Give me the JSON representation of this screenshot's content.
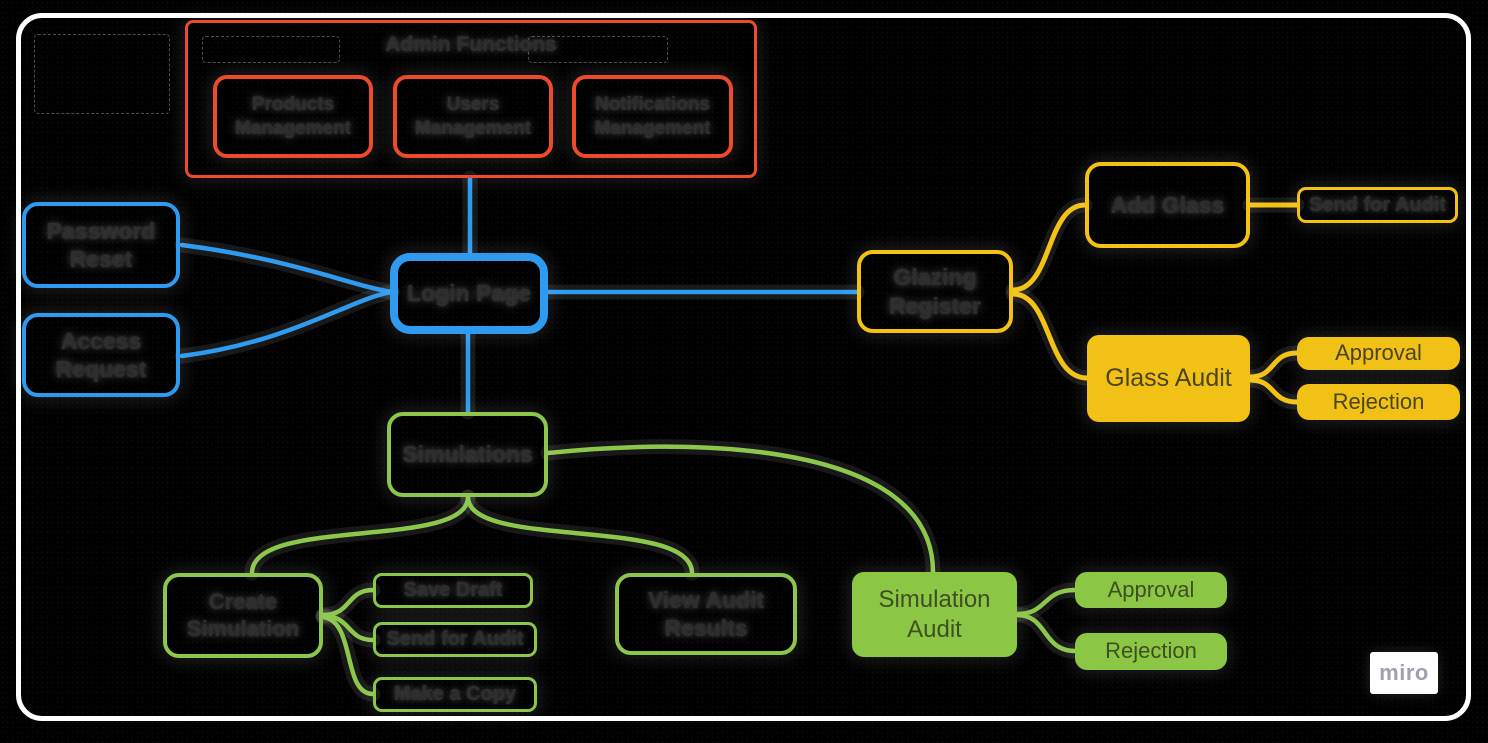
{
  "branding": {
    "logo": "miro"
  },
  "colors": {
    "blue": "#2E9BF0",
    "red": "#ED4B2B",
    "yellow": "#F4C213",
    "green": "#8CC74B",
    "yfill": "#F2C115",
    "gfill": "#8CC645",
    "ytext": "#4A4420",
    "gtext": "#3D4F23",
    "frame": "#FFFFFF",
    "mirotext": "#A49EB1"
  },
  "diagram": {
    "admin": {
      "title": "Admin Functions",
      "products": "Products Management",
      "users": "Users Management",
      "notifications": "Notifications Management"
    },
    "auth": {
      "password_reset": "Password Reset",
      "access_request": "Access Request",
      "login_page": "Login Page"
    },
    "glazing": {
      "register": "Glazing Register",
      "add_glass": "Add Glass",
      "send_for_audit": "Send for Audit",
      "glass_audit": "Glass Audit",
      "approval": "Approval",
      "rejection": "Rejection"
    },
    "simulation": {
      "simulations": "Simulations",
      "create": "Create Simulation",
      "save_draft": "Save Draft",
      "send_for_audit": "Send for Audit",
      "make_copy": "Make a Copy",
      "view_results": "View Audit Results",
      "audit": "Simulation Audit",
      "approval": "Approval",
      "rejection": "Rejection"
    }
  }
}
